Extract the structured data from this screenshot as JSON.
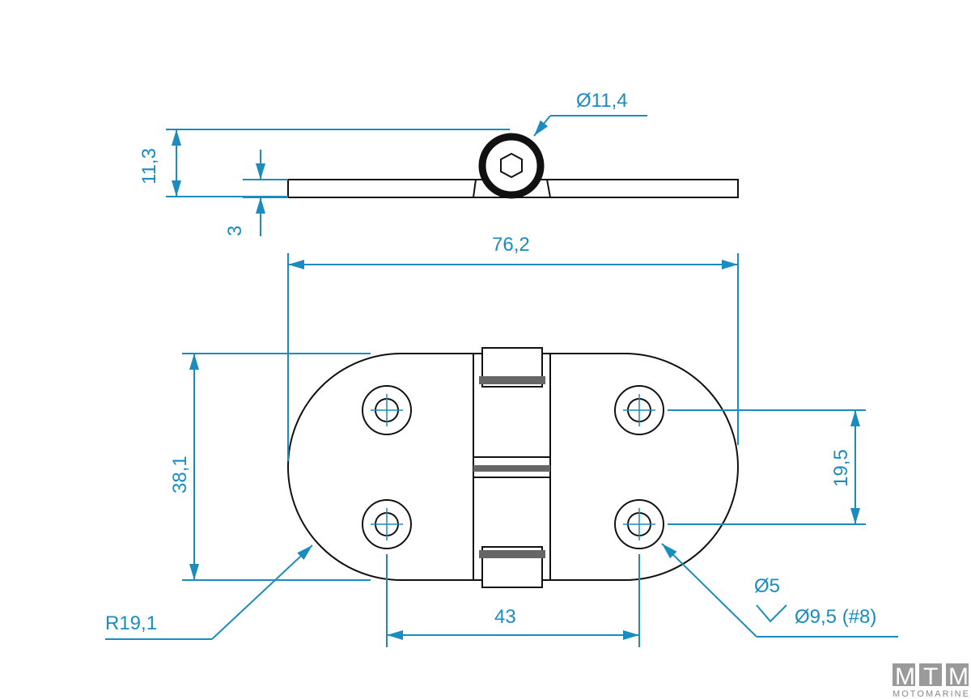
{
  "drawing": {
    "dimensions": {
      "pin_diameter": "Ø11,4",
      "height": "11,3",
      "thickness": "3",
      "length": "76,2",
      "width": "38,1",
      "hole_spacing_vertical": "19,5",
      "hole_spacing_horizontal": "43",
      "radius": "R19,1",
      "hole_diameter": "Ø5",
      "countersink_diameter": "Ø9,5 (#8)"
    },
    "accent_color": "#1a8cbf"
  },
  "logo": {
    "letters": [
      "M",
      "T",
      "M"
    ],
    "name": "MOTOMARINE"
  }
}
